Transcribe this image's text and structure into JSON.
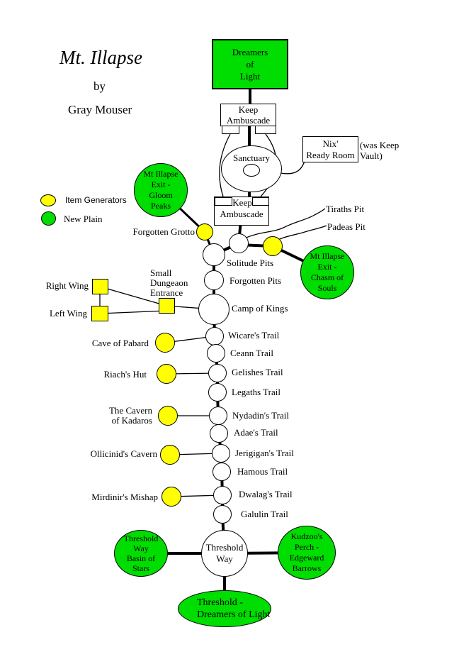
{
  "title": {
    "main": "Mt. Illapse",
    "byline": "by",
    "author": "Gray Mouser"
  },
  "legend": {
    "item_generators": "Item Generators",
    "new_plain": "New Plain"
  },
  "colors": {
    "plain_green": "#00dd00",
    "generator_yellow": "#ffff00",
    "outline": "#000000",
    "background": "#ffffff"
  },
  "nodes": {
    "dreamers_of_light": {
      "line1": "Dreamers",
      "line2": "of",
      "line3": "Light"
    },
    "keep_ambuscade_upper": {
      "line1": "Keep",
      "line2": "Ambuscade"
    },
    "sanctuary": {
      "label": "Sanctuary"
    },
    "nix_ready_room": {
      "line1": "Nix'",
      "line2": "Ready Room"
    },
    "nix_note": {
      "line1": "(was Keep",
      "line2": "Vault)"
    },
    "keep_ambuscade_lower": {
      "line1": "Keep",
      "line2": "Ambuscade"
    },
    "exit_gloom_peaks": {
      "line1": "Mt Illapse",
      "line2": "Exit -",
      "line3": "Gloom",
      "line4": "Peaks"
    },
    "exit_chasm_of_souls": {
      "line1": "Mt Illapse",
      "line2": "Exit -",
      "line3": "Chasm of",
      "line4": "Souls"
    },
    "threshold_way": {
      "line1": "Threshold",
      "line2": "Way"
    },
    "threshold_way_basin_of_stars": {
      "line1": "Threshold",
      "line2": "Way",
      "line3": "Basin of",
      "line4": "Stars"
    },
    "kudzoos_perch": {
      "line1": "Kudzoo's",
      "line2": "Perch -",
      "line3": "Edgeward",
      "line4": "Barrows"
    },
    "threshold_dreamers_of_light": {
      "line1": "Threshold -",
      "line2": "Dreamers of Light"
    }
  },
  "labels": {
    "forgotten_grotto": "Forgotten Grotto",
    "tiraths_pit": "Tiraths Pit",
    "padeas_pit": "Padeas Pit",
    "solitude_pits": "Solitude Pits",
    "forgotten_pits": "Forgotten Pits",
    "right_wing": "Right Wing",
    "left_wing": "Left Wing",
    "small_dungeon_entrance": {
      "line1": "Small",
      "line2": "Dungeaon",
      "line3": "Entrance"
    },
    "camp_of_kings": "Camp of Kings"
  },
  "trails": [
    "Wicare's Trail",
    "Ceann Trail",
    "Gelishes Trail",
    "Legaths Trail",
    "Nydadin's Trail",
    "Adae's Trail",
    "Jerigigan's Trail",
    "Hamous Trail",
    "Dwalag's Trail",
    "Galulin Trail"
  ],
  "generator_sites": [
    {
      "label": "Cave of Pabard"
    },
    {
      "label": "Riach's Hut"
    },
    {
      "line1": "The Cavern",
      "line2": "of Kadaros"
    },
    {
      "label": "Ollicinid's Cavern"
    },
    {
      "label": "Mirdinir's Mishap"
    }
  ]
}
